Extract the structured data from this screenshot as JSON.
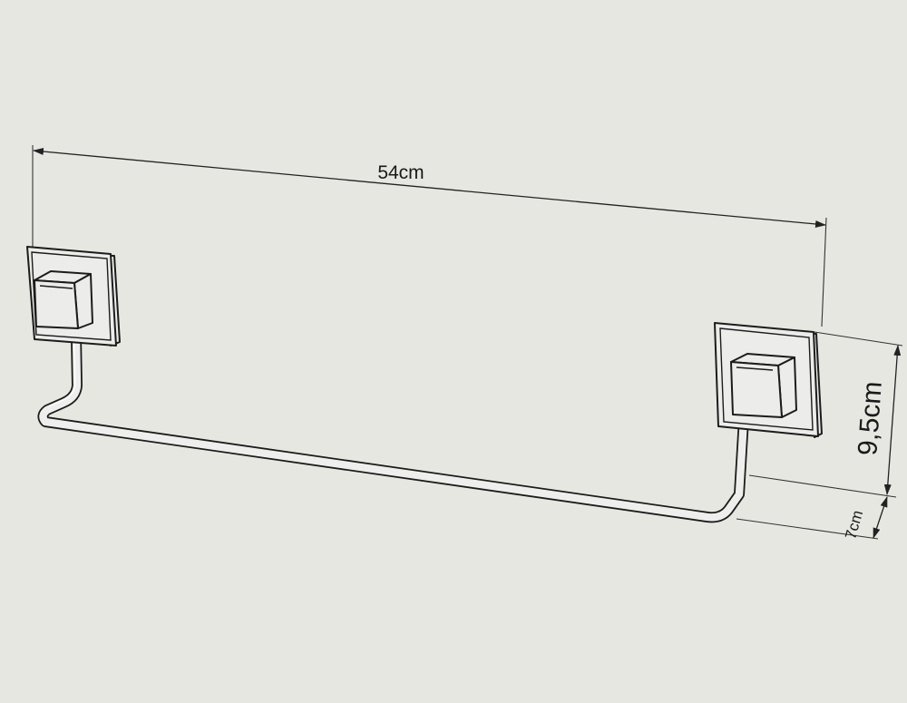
{
  "colors": {
    "background": "#e7e7e2",
    "line": "#1c1c1c"
  },
  "dimensions": {
    "length": "54cm",
    "height": "9,5cm",
    "depth": "7cm"
  }
}
